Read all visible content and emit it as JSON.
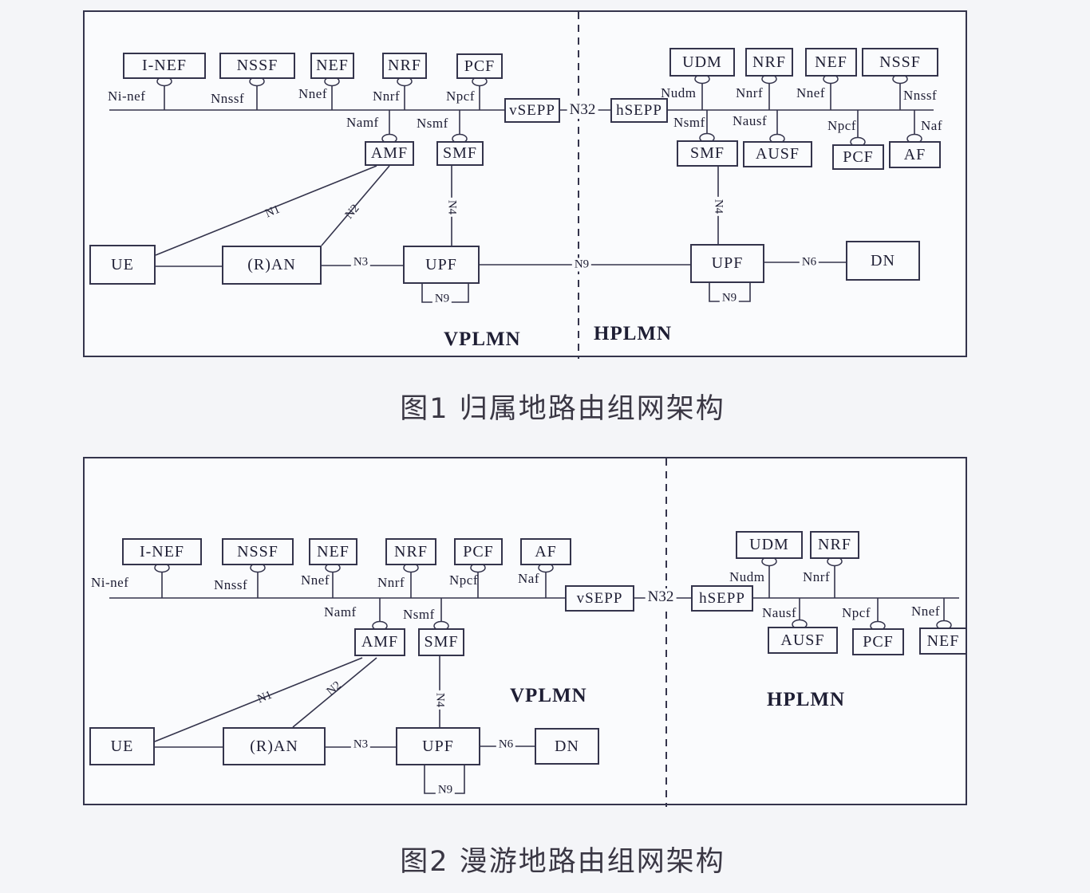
{
  "captions": {
    "fig1": "图1  归属地路由组网架构",
    "fig2": "图2  漫游地路由组网架构"
  },
  "colors": {
    "line": "#34344c",
    "text": "#1e1e34",
    "panel_bg": "#fafbfd",
    "page_bg": "#f4f5f8",
    "caption": "#3a3744"
  },
  "d1": {
    "regions": {
      "left": "VPLMN",
      "right": "HPLMN"
    },
    "nodes": {
      "inef": "I-NEF",
      "nssf": "NSSF",
      "nef": "NEF",
      "nrf": "NRF",
      "pcf": "PCF",
      "vsepp": "vSEPP",
      "hsepp": "hSEPP",
      "udm": "UDM",
      "nrf_h": "NRF",
      "nef_h": "NEF",
      "nssf_h": "NSSF",
      "amf": "AMF",
      "smf": "SMF",
      "smf_h": "SMF",
      "ausf": "AUSF",
      "pcf_h": "PCF",
      "af": "AF",
      "ue": "UE",
      "ran": "(R)AN",
      "upf_v": "UPF",
      "upf_h": "UPF",
      "dn": "DN"
    },
    "bus_labels": {
      "ninef": "Ni-nef",
      "nnssf": "Nnssf",
      "nnef": "Nnef",
      "nnrf": "Nnrf",
      "npcf": "Npcf",
      "namf": "Namf",
      "nsmf": "Nsmf",
      "nudm": "Nudm",
      "nnrf_h": "Nnrf",
      "nnef_h": "Nnef",
      "nnssf_h": "Nnssf",
      "nsmf_h": "Nsmf",
      "nausf": "Nausf",
      "npcf_h": "Npcf",
      "naf": "Naf"
    },
    "links": {
      "n32": "N32",
      "n1": "N1",
      "n2": "N2",
      "n3": "N3",
      "n4_v": "N4",
      "n4_h": "N4",
      "n9_mid": "N9",
      "n9_loop_v": "N9",
      "n9_loop_h": "N9",
      "n6": "N6"
    }
  },
  "d2": {
    "regions": {
      "left": "VPLMN",
      "right": "HPLMN"
    },
    "nodes": {
      "inef": "I-NEF",
      "nssf": "NSSF",
      "nef": "NEF",
      "nrf": "NRF",
      "pcf": "PCF",
      "af": "AF",
      "vsepp": "vSEPP",
      "hsepp": "hSEPP",
      "udm": "UDM",
      "nrf_h": "NRF",
      "amf": "AMF",
      "smf": "SMF",
      "ausf": "AUSF",
      "pcf_h": "PCF",
      "nef_h": "NEF",
      "ue": "UE",
      "ran": "(R)AN",
      "upf": "UPF",
      "dn": "DN"
    },
    "bus_labels": {
      "ninef": "Ni-nef",
      "nnssf": "Nnssf",
      "nnef": "Nnef",
      "nnrf": "Nnrf",
      "npcf": "Npcf",
      "naf": "Naf",
      "namf": "Namf",
      "nsmf": "Nsmf",
      "nudm": "Nudm",
      "nnrf_h": "Nnrf",
      "nausf": "Nausf",
      "npcf_h": "Npcf",
      "nnef_h": "Nnef"
    },
    "links": {
      "n32": "N32",
      "n1": "N1",
      "n2": "N2",
      "n3": "N3",
      "n4": "N4",
      "n6": "N6",
      "n9_loop": "N9"
    }
  }
}
